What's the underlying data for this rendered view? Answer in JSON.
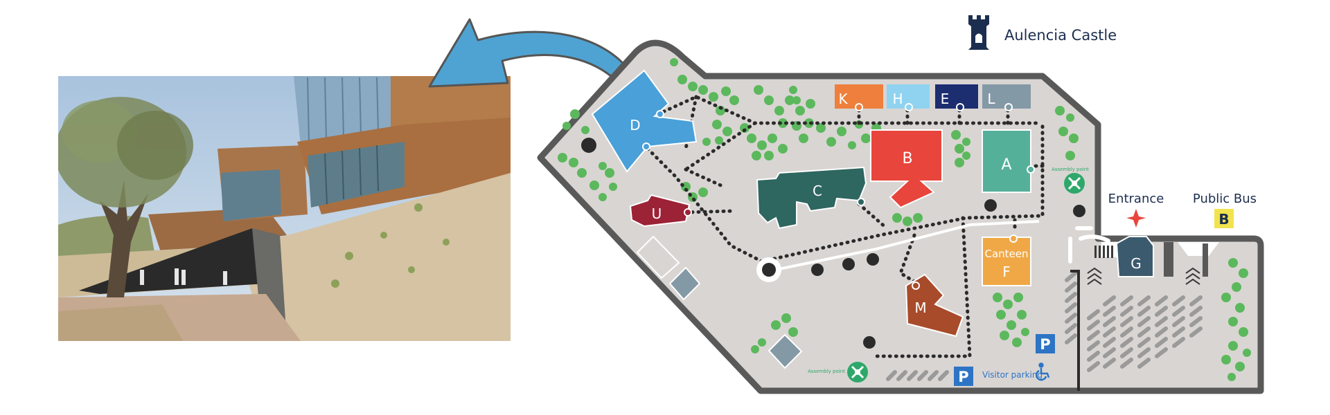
{
  "header": {
    "castle_label": "Aulencia Castle"
  },
  "labels": {
    "entrance": "Entrance",
    "public_bus": "Public Bus",
    "bus_letter": "B",
    "visitor_parking": "Visitor parking",
    "assembly_point": "Assembly point",
    "parking_letter": "P"
  },
  "buildings": {
    "A": "A",
    "B": "B",
    "C": "C",
    "D": "D",
    "E": "E",
    "G": "G",
    "H": "H",
    "K": "K",
    "L": "L",
    "M": "M",
    "U": "U",
    "canteen_name": "Canteen",
    "canteen_letter": "F"
  },
  "colors": {
    "campus": "#d9d5d3",
    "outline": "#595959",
    "tree": "#5cb85c",
    "arrow": "#4fa3d3",
    "building_A": "#55b09a",
    "building_B": "#e8453c",
    "building_C": "#2e6660",
    "building_D": "#4aa0d9",
    "building_E": "#1c2d70",
    "building_F": "#f0a846",
    "building_G": "#3b5a6e",
    "building_H": "#8fd3f0",
    "building_K": "#ee7f3c",
    "building_L": "#8499a6",
    "building_M": "#a84b2a",
    "building_U": "#9c2236",
    "parking_sign": "#2d74c4",
    "bus_sign": "#f2e34e",
    "entrance_star": "#e8453c",
    "navy": "#1c2e4f"
  },
  "icons": {
    "castle": "castle-tower-icon",
    "entrance": "red-star-icon",
    "parking": "parking-sign-icon",
    "accessible": "wheelchair-icon",
    "assembly": "assembly-point-icon"
  }
}
